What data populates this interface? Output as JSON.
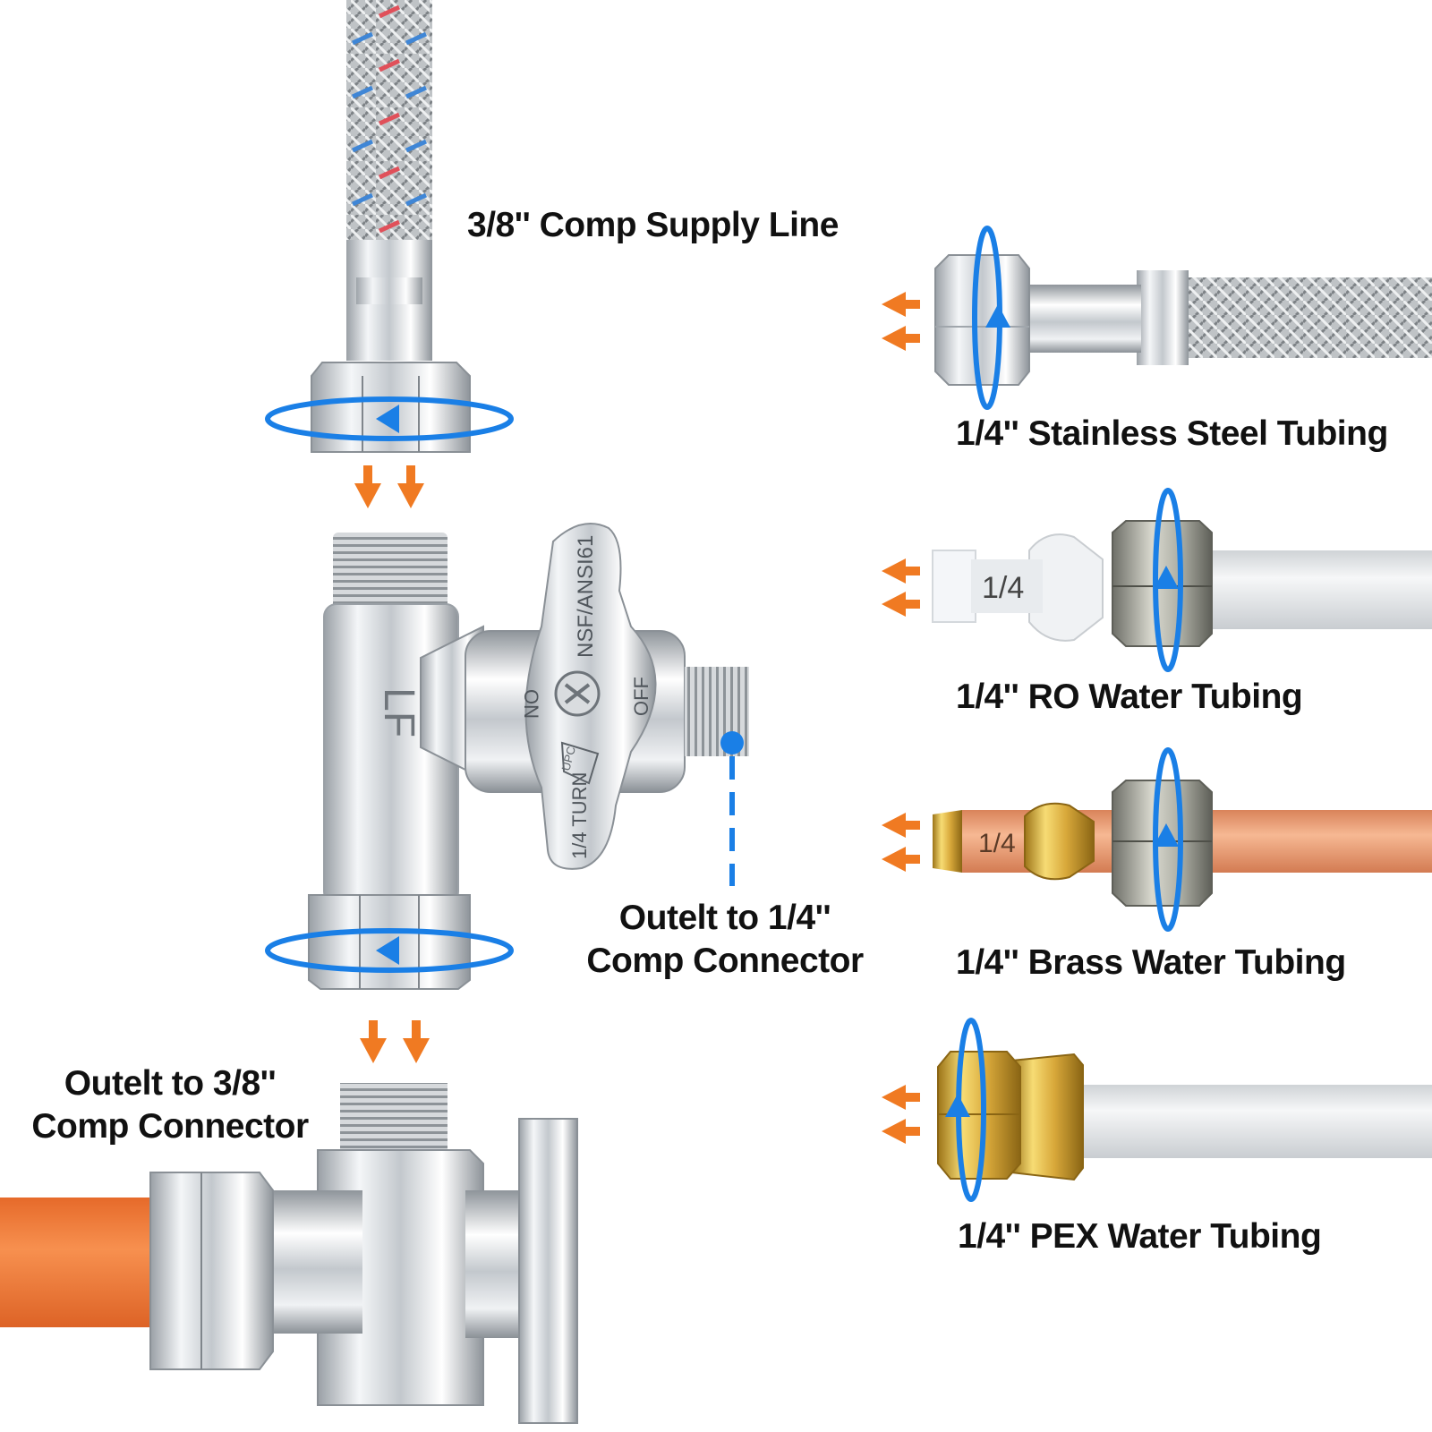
{
  "labels": {
    "supply_line": "3/8'' Comp Supply Line",
    "outlet_quarter_line1": "Outelt to 1/4''",
    "outlet_quarter_line2": "Comp Connector",
    "outlet_three_eighths_line1": "Outelt to 3/8''",
    "outlet_three_eighths_line2": "Comp Connector",
    "stainless_tubing": "1/4'' Stainless Steel Tubing",
    "ro_tubing": "1/4'' RO Water Tubing",
    "brass_tubing": "1/4'' Brass Water Tubing",
    "pex_tubing": "1/4'' PEX Water Tubing"
  },
  "valve_markings": {
    "tee_mark": "LF",
    "handle_cert": "NSF/ANSI61",
    "handle_on": "ON",
    "handle_off": "OFF",
    "handle_turn": "1/4 TURN",
    "upc_badge": "UPC"
  },
  "tube_markings": {
    "ro": "1/4",
    "brass": "1/4"
  },
  "icons": {
    "rotate": "rotate-arrow-icon",
    "direction": "orange-chevron-arrow-icon",
    "pointer": "blue-dashed-pointer-icon"
  },
  "colors": {
    "arrow_blue": "#1a7fe6",
    "arrow_orange": "#f07a22",
    "copper": "#eda37b",
    "orange_pipe": "#f07c3e",
    "brass": "#d8a83a",
    "chrome": "#c8ccd1"
  }
}
